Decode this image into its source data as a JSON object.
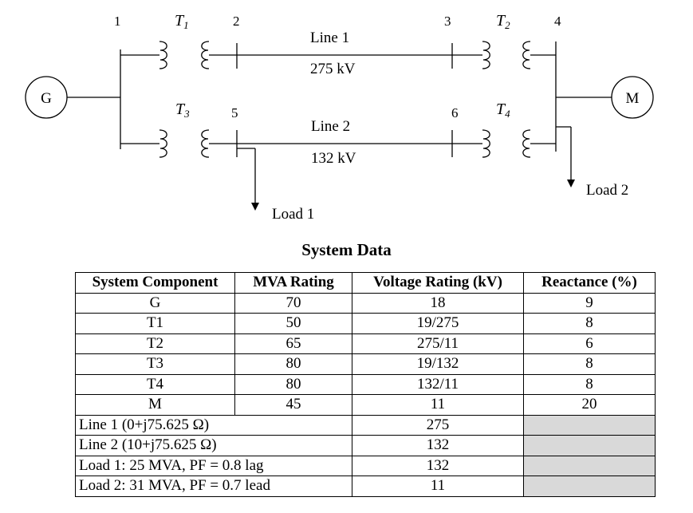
{
  "diagram": {
    "buses": [
      "1",
      "2",
      "3",
      "4",
      "5",
      "6"
    ],
    "generator": "G",
    "motor": "M",
    "transformers": {
      "t1": {
        "main": "T",
        "sub": "1"
      },
      "t2": {
        "main": "T",
        "sub": "2"
      },
      "t3": {
        "main": "T",
        "sub": "3"
      },
      "t4": {
        "main": "T",
        "sub": "4"
      }
    },
    "line1": {
      "name": "Line 1",
      "voltage": "275 kV"
    },
    "line2": {
      "name": "Line 2",
      "voltage": "132 kV"
    },
    "load1": "Load 1",
    "load2": "Load 2"
  },
  "table": {
    "title": "System Data",
    "headers": [
      "System Component",
      "MVA Rating",
      "Voltage Rating (kV)",
      "Reactance (%)"
    ],
    "component_rows": [
      {
        "component": "G",
        "mva": "70",
        "voltage": "18",
        "reactance": "9"
      },
      {
        "component": "T1",
        "mva": "50",
        "voltage": "19/275",
        "reactance": "8"
      },
      {
        "component": "T2",
        "mva": "65",
        "voltage": "275/11",
        "reactance": "6"
      },
      {
        "component": "T3",
        "mva": "80",
        "voltage": "19/132",
        "reactance": "8"
      },
      {
        "component": "T4",
        "mva": "80",
        "voltage": "132/11",
        "reactance": "8"
      },
      {
        "component": "M",
        "mva": "45",
        "voltage": "11",
        "reactance": "20"
      }
    ],
    "extra_rows": [
      {
        "label": "Line 1 (0+j75.625 Ω)",
        "voltage": "275"
      },
      {
        "label": "Line 2 (10+j75.625 Ω)",
        "voltage": "132"
      },
      {
        "label": "Load 1: 25 MVA, PF = 0.8 lag",
        "voltage": "132"
      },
      {
        "label": "Load 2: 31 MVA, PF = 0.7 lead",
        "voltage": "11"
      }
    ]
  }
}
